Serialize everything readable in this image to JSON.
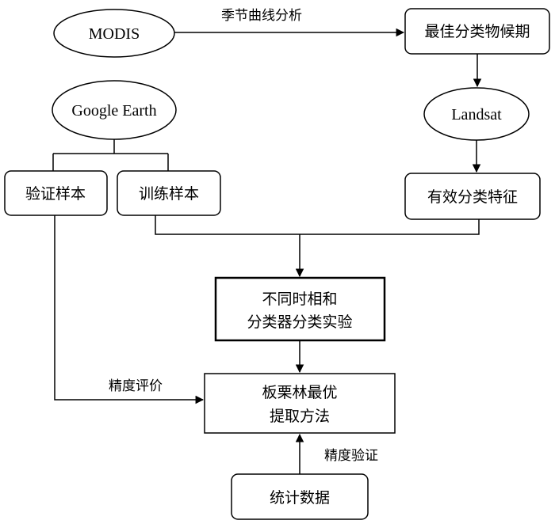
{
  "nodes": {
    "modis": "MODIS",
    "google_earth": "Google Earth",
    "landsat": "Landsat",
    "best_phenology": "最佳分类物候期",
    "validation_samples": "验证样本",
    "training_samples": "训练样本",
    "effective_features": "有效分类特征",
    "experiment_line1": "不同时相和",
    "experiment_line2": "分类器分类实验",
    "optimal_line1": "板栗林最优",
    "optimal_line2": "提取方法",
    "statistics": "统计数据"
  },
  "edge_labels": {
    "seasonal_curve": "季节曲线分析",
    "accuracy_evaluation": "精度评价",
    "accuracy_verification": "精度验证"
  }
}
